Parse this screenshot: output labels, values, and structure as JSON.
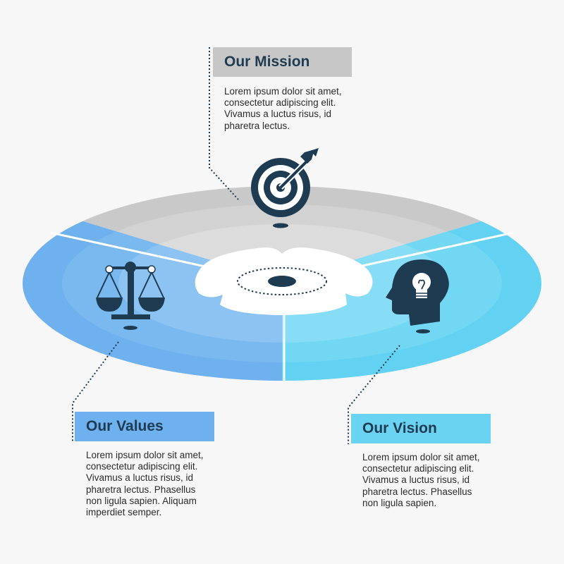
{
  "colors": {
    "background": "#f7f7f7",
    "mission": "#c7c7c7",
    "values": "#6fb0ee",
    "vision": "#6ad3f2",
    "icon": "#1f3b52"
  },
  "icons": {
    "mission": "target-arrow-icon",
    "values": "balance-scale-icon",
    "vision": "head-lightbulb-icon"
  },
  "mission": {
    "title": "Our Mission",
    "lines": [
      "Lorem ipsum dolor sit amet,",
      "consectetur adipiscing elit.",
      "Vivamus a luctus risus, id",
      "pharetra lectus."
    ]
  },
  "values": {
    "title": "Our Values",
    "lines": [
      "Lorem ipsum dolor sit amet,",
      "consectetur adipiscing elit.",
      "Vivamus a luctus risus, id",
      "pharetra lectus. Phasellus",
      "non ligula sapien. Aliquam",
      "imperdiet semper."
    ]
  },
  "vision": {
    "title": "Our Vision",
    "lines": [
      "Lorem ipsum dolor sit amet,",
      "consectetur adipiscing elit.",
      "Vivamus a luctus risus, id",
      "pharetra lectus. Phasellus",
      "non ligula sapien."
    ]
  }
}
